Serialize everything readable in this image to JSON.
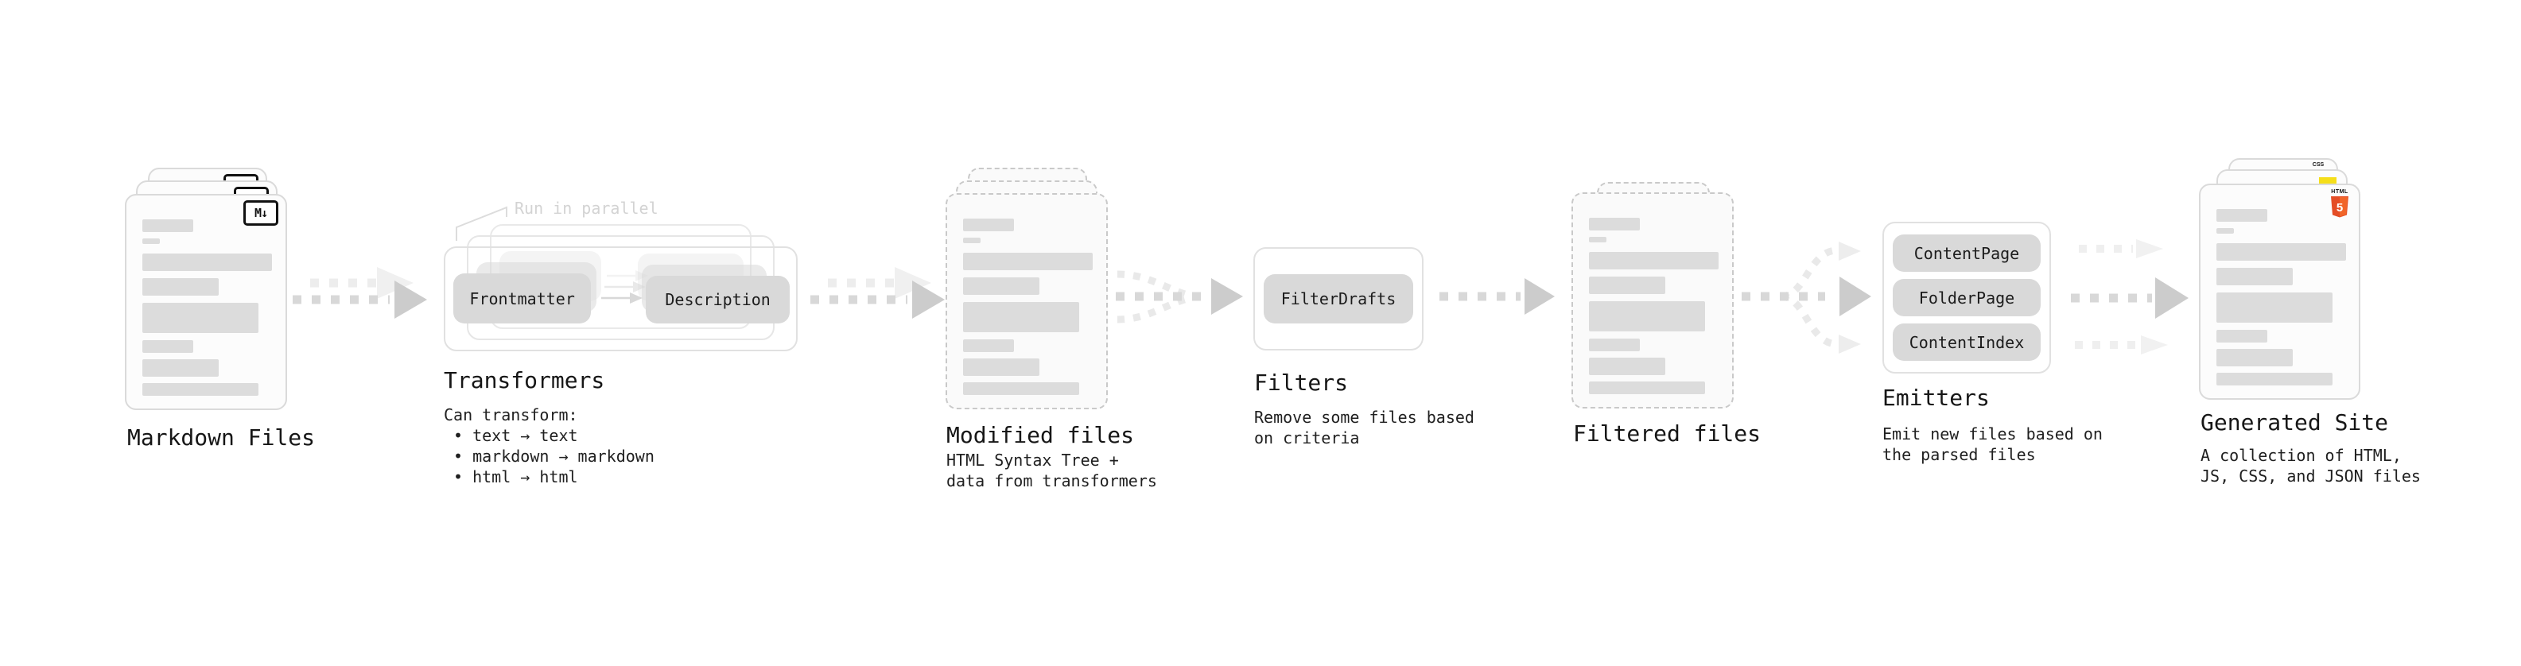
{
  "diagram": {
    "markdown_files": {
      "label": "Markdown Files",
      "file_icon": "M↓"
    },
    "transformers": {
      "heading": "Transformers",
      "parallel_note": "Run in parallel",
      "frontmatter_pill": "Frontmatter",
      "description_pill": "Description",
      "desc_title": "Can transform:",
      "desc_items": [
        "• text → text",
        "• markdown → markdown",
        "• html → html"
      ]
    },
    "modified_files": {
      "label": "Modified files",
      "desc_lines": [
        "HTML Syntax Tree +",
        "data from transformers"
      ]
    },
    "filters": {
      "heading": "Filters",
      "pill": "FilterDrafts",
      "desc_lines": [
        "Remove some files based",
        "on criteria"
      ]
    },
    "filtered_files": {
      "label": "Filtered files"
    },
    "emitters": {
      "heading": "Emitters",
      "pills": [
        "ContentPage",
        "FolderPage",
        "ContentIndex"
      ],
      "desc_lines": [
        "Emit new files based on",
        "the parsed files"
      ]
    },
    "generated_site": {
      "label": "Generated Site",
      "desc_lines": [
        "A collection of HTML,",
        "JS, CSS, and JSON files"
      ],
      "html_badge_label": "HTML",
      "html_badge_number": "5",
      "css_badge_label": "CSS"
    }
  },
  "colors": {
    "html_orange": "#e44d26",
    "html_orange_light": "#f16529",
    "js_yellow": "#f5de19",
    "css_blue": "#2962f5",
    "pill_gray": "#d9d9d9",
    "bar_gray": "#dcdcdc"
  }
}
